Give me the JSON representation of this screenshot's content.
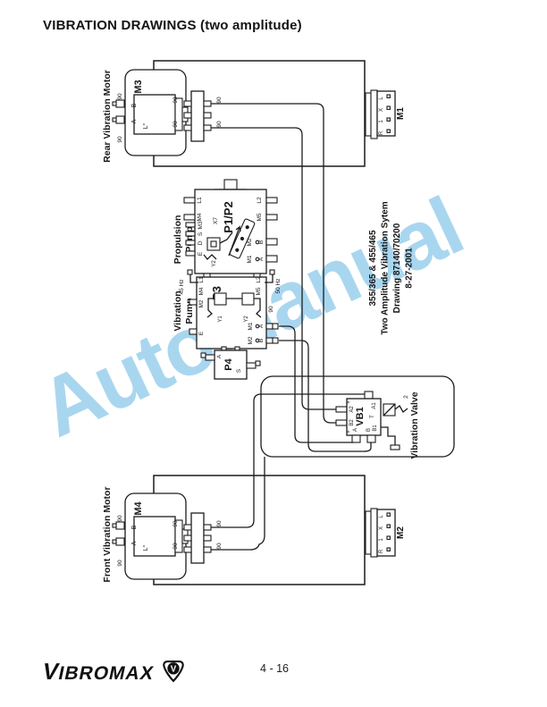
{
  "title": "VIBRATION DRAWINGS (two amplitude)",
  "watermark": "AutoManual",
  "footer": {
    "brand_v": "V",
    "brand_rest": "IBROMAX",
    "mark_letter": "V",
    "page": "4 - 16"
  },
  "diagram": {
    "flow": "90",
    "rear_motor": {
      "label": "Rear Vibration Motor",
      "id": "M3",
      "port_a": "A",
      "port_b": "B",
      "port_l": "L°"
    },
    "front_motor": {
      "label": "Front Vibration Motor",
      "id": "M4",
      "port_a": "A",
      "port_b": "B",
      "port_l": "L°"
    },
    "drive_motor_1": {
      "id": "M1",
      "ports": [
        "L",
        "X",
        "1",
        "R"
      ]
    },
    "drive_motor_2": {
      "id": "M2",
      "ports": [
        "L",
        "X",
        "1",
        "R"
      ]
    },
    "propulsion": {
      "label1": "Propulsion",
      "label2": "Pump",
      "id": "P1/P2",
      "x7": "X7",
      "y2": "Y2",
      "left_ports": [
        "L1",
        "M4"
      ],
      "lower_left_ports": [
        "M3",
        "S",
        "D",
        "E"
      ],
      "right_ports": [
        "L2",
        "M5"
      ],
      "gauge_top_id": "M2",
      "gauge_top_port": "B",
      "gauge_bot_id": "M1",
      "gauge_bot_port": "A"
    },
    "vibration": {
      "label1": "Vibration",
      "label2": "Pump",
      "id": "P3",
      "hz_low": "45 Hz",
      "hz_high": "50 Hz",
      "tl_ports": [
        "L1",
        "M4"
      ],
      "tr_ports": [
        "L2",
        "M5"
      ],
      "y1": "Y1",
      "y2": "Y2",
      "left_mid": "M2",
      "left_bot": "E",
      "gauge_a_id": "M1",
      "gauge_a_port": "A",
      "gauge_b_id": "M2",
      "gauge_b_port": "B"
    },
    "p4": {
      "id": "P4",
      "a": "A",
      "s": "S"
    },
    "valve": {
      "id": "VB1",
      "label": "Vibration Valve",
      "a1": "A1",
      "a2": "A2",
      "b1": "B1",
      "b2": "B2",
      "t": "T",
      "a": "A",
      "b": "B",
      "sol": "2",
      "plus": "+"
    },
    "info": [
      "355/365 & 455/465",
      "Two Amplitude Vibration Sytem",
      "Drawing 87140/70200",
      "8-27-2001"
    ]
  }
}
